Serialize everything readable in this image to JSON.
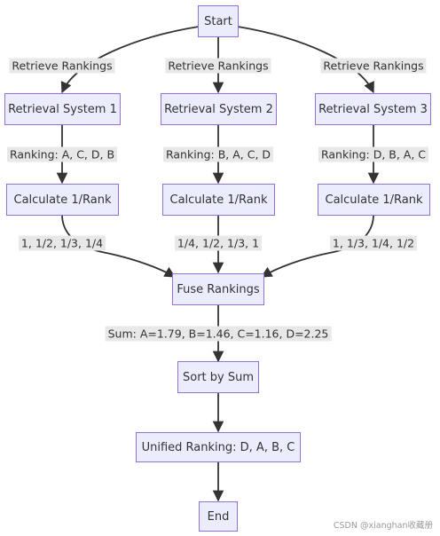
{
  "nodes": {
    "start": "Start",
    "retrieval_system_1": "Retrieval System 1",
    "retrieval_system_2": "Retrieval System 2",
    "retrieval_system_3": "Retrieval System 3",
    "calc_1": "Calculate 1/Rank",
    "calc_2": "Calculate 1/Rank",
    "calc_3": "Calculate 1/Rank",
    "fuse": "Fuse Rankings",
    "sort": "Sort by Sum",
    "unified": "Unified Ranking: D, A, B, C",
    "end": "End"
  },
  "edges": {
    "retrieve_1": "Retrieve Rankings",
    "retrieve_2": "Retrieve Rankings",
    "retrieve_3": "Retrieve Rankings",
    "ranking_1": "Ranking: A, C, D, B",
    "ranking_2": "Ranking: B, A, C, D",
    "ranking_3": "Ranking: D, B, A, C",
    "reciprocal_1": "1, 1/2, 1/3, 1/4",
    "reciprocal_2": "1/4, 1/2, 1/3, 1",
    "reciprocal_3": "1, 1/3, 1/4, 1/2",
    "sums": "Sum: A=1.79, B=1.46, C=1.16, D=2.25"
  },
  "colors": {
    "node_fill": "#ECECFF",
    "node_border": "#9370DB",
    "edge": "#333333",
    "label_bg": "#E8E8E8"
  },
  "watermark": "CSDN @xianghan收藏册"
}
